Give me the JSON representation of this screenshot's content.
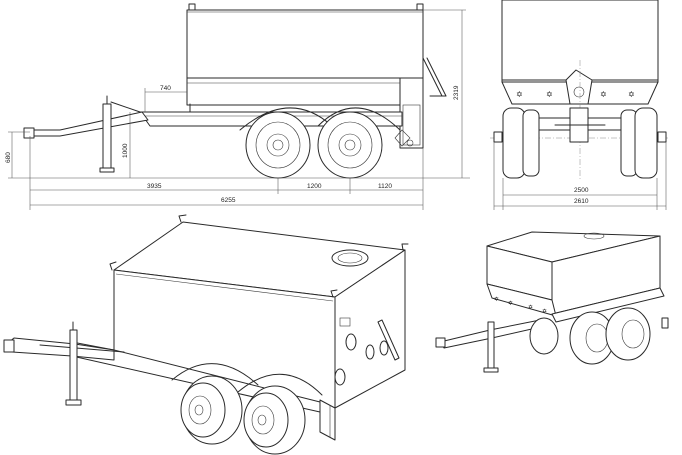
{
  "dimensions": {
    "d740": "740",
    "d2319": "2319",
    "d680": "680",
    "d1000": "1000",
    "d3935": "3935",
    "d1200": "1200",
    "d1120": "1120",
    "d6255": "6255",
    "d2500": "2500",
    "d2610": "2610"
  },
  "colors": {
    "line": "#2a2a2a",
    "background": "#ffffff"
  }
}
